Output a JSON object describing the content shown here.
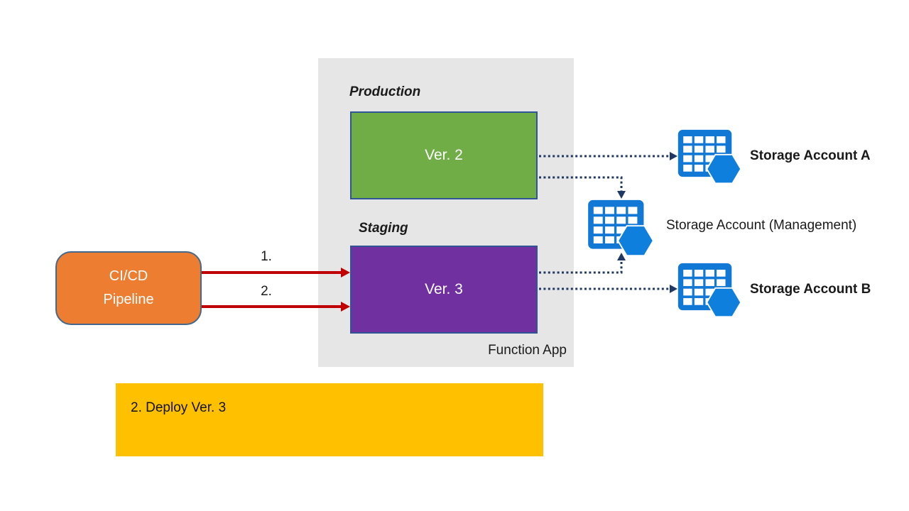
{
  "function_app": {
    "panel_label": "Function App",
    "production": {
      "section_label": "Production",
      "slot_label": "Ver. 2"
    },
    "staging": {
      "section_label": "Staging",
      "slot_label": "Ver. 3"
    }
  },
  "pipeline": {
    "line1": "CI/CD",
    "line2": "Pipeline"
  },
  "deploy_arrows": [
    {
      "label": "1."
    },
    {
      "label": "2."
    }
  ],
  "storage_accounts": {
    "account_a": {
      "label": "Storage Account A"
    },
    "management": {
      "label": "Storage Account (Management)"
    },
    "account_b": {
      "label": "Storage Account B"
    }
  },
  "note": {
    "label": "2. Deploy Ver. 3"
  },
  "colors": {
    "panel_gray": "#E7E6E6",
    "production_slot_green": "#70AD47",
    "staging_slot_purple": "#7030A0",
    "slot_border_blue": "#2F5597",
    "pipeline_orange": "#ED7D31",
    "deploy_arrow_red": "#C00000",
    "connector_navy": "#1F3864",
    "storage_icon_blue": "#1178D6",
    "note_yellow": "#FFC000"
  }
}
